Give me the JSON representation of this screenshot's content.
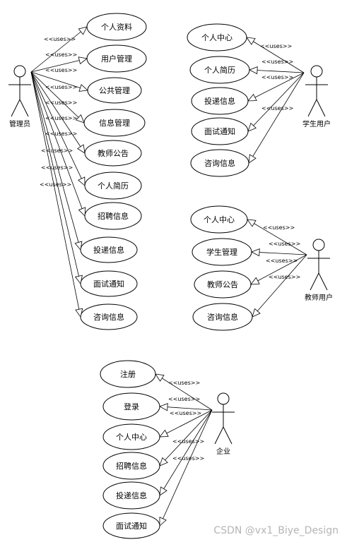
{
  "stereotype": "<<uses>>",
  "admin": {
    "label": "管理员",
    "use_cases": [
      "个人资料",
      "用户管理",
      "公共管理",
      "信息管理",
      "教师公告",
      "个人简历",
      "招聘信息",
      "投递信息",
      "面试通知",
      "咨询信息"
    ]
  },
  "student": {
    "label": "学生用户",
    "use_cases": [
      "个人中心",
      "个人简历",
      "投递信息",
      "面试通知",
      "咨询信息"
    ]
  },
  "teacher": {
    "label": "教师用户",
    "use_cases": [
      "个人中心",
      "学生管理",
      "教师公告",
      "咨询信息"
    ]
  },
  "company": {
    "label": "企业",
    "use_cases": [
      "注册",
      "登录",
      "个人中心",
      "招聘信息",
      "投递信息",
      "面试通知"
    ]
  },
  "watermark": "CSDN @vx1_Biye_Design"
}
